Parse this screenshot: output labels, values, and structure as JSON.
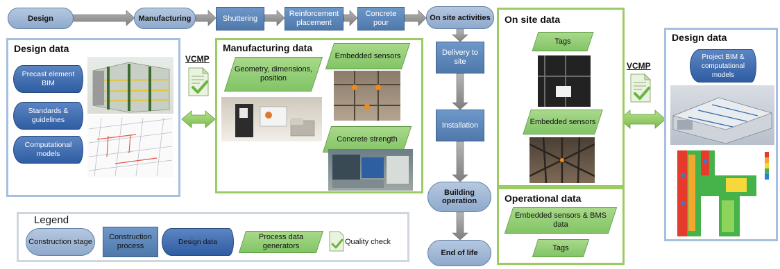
{
  "stages": {
    "design": "Design",
    "manufacturing": "Manufacturing",
    "on_site": "On site activities",
    "building_operation": "Building operation",
    "end_of_life": "End of life"
  },
  "processes": {
    "shuttering": "Shuttering",
    "reinforcement": "Reinforcement placement",
    "concrete_pour": "Concrete pour",
    "delivery": "Delivery to site",
    "installation": "Installation"
  },
  "design_left": {
    "title": "Design data",
    "items": [
      "Precast element BIM",
      "Standards & guidelines",
      "Computational models"
    ]
  },
  "manufacturing": {
    "title": "Manufacturing data",
    "generators": [
      "Geometry, dimensions, position",
      "Embedded sensors",
      "Concrete strength"
    ]
  },
  "onsite": {
    "title": "On site data",
    "generators": [
      "Tags",
      "Embedded sensors"
    ]
  },
  "operational": {
    "title": "Operational data",
    "generators": [
      "Embedded sensors & BMS data",
      "Tags"
    ]
  },
  "design_right": {
    "title": "Design data",
    "items": [
      "Project BIM & computational models"
    ]
  },
  "vcmp": "VCMP",
  "legend": {
    "title": "Legend",
    "construction_stage": "Construction stage",
    "construction_process": "Construction process",
    "design_data": "Design data",
    "process_data_generators": "Process data generators",
    "quality_check": "Quality check"
  },
  "colors": {
    "stage": "#9fb7d8",
    "process": "#5a84b8",
    "design_data": "#3a6cb0",
    "generator": "#93cf74",
    "panel_green": "#9bcb63",
    "panel_blue": "#a7bfe0",
    "arrow_gray": "#8c8c8c",
    "arrow_green": "#8cc45a"
  }
}
